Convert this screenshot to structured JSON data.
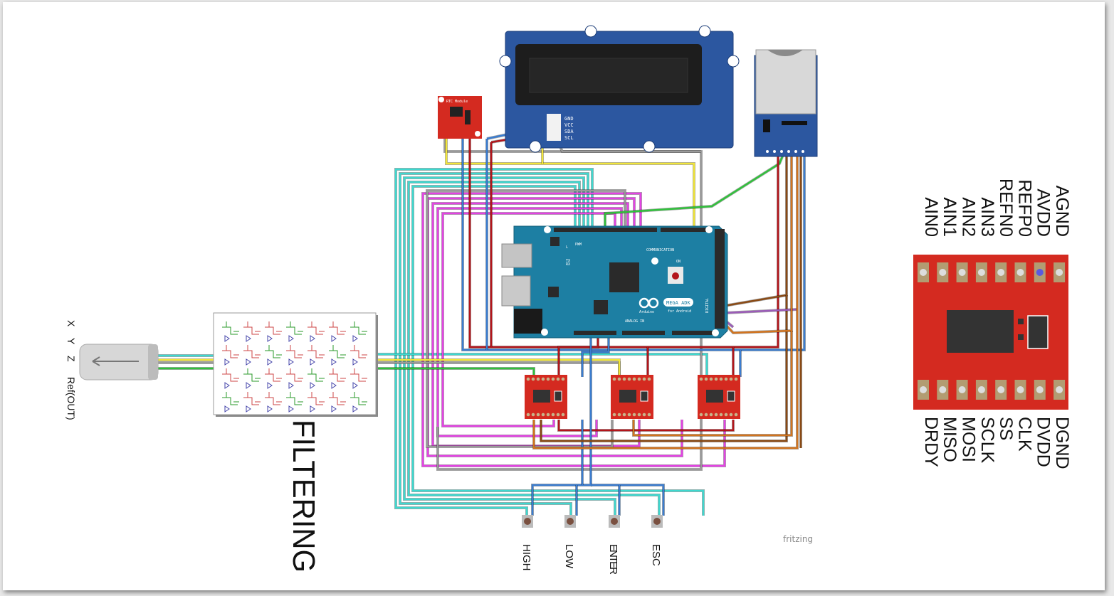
{
  "sensor": {
    "labels": [
      "X",
      "Y",
      "Z",
      "Ref(OUT)"
    ]
  },
  "filter_board": {
    "title": "FILTERING"
  },
  "rtc_module": {
    "label": "RTC Module"
  },
  "lcd": {
    "pins": [
      "GND",
      "VCC",
      "SDA",
      "SCL"
    ]
  },
  "arduino": {
    "model": "MEGA ADK",
    "subtitle": "for Android",
    "brand": "Arduino",
    "sections": [
      "PWM",
      "COMMUNICATION",
      "ANALOG IN",
      "DIGITAL"
    ],
    "leds": [
      "L",
      "TX",
      "RX",
      "ON"
    ]
  },
  "ads_module": {
    "top_pins": [
      "AGND",
      "AVDD",
      "REFP0",
      "REFN0",
      "AIN3",
      "AIN2",
      "AIN1",
      "AIN0"
    ],
    "bottom_pins": [
      "DGND",
      "DVDD",
      "CLK",
      "SS",
      "SCLK",
      "MOSI",
      "MISO",
      "DRDY"
    ]
  },
  "buttons": [
    {
      "label": "HIGH"
    },
    {
      "label": "LOW"
    },
    {
      "label": "ENTER"
    },
    {
      "label": "ESC"
    }
  ],
  "watermark": "fritzing",
  "colors": {
    "cyan": "#3fd8cf",
    "magenta": "#e443e4",
    "gray": "#9a9a9a",
    "red": "#b3151b",
    "blue": "#3b7dd0",
    "orange": "#d2741f",
    "brown": "#8a4a14",
    "purple": "#9b5bb8",
    "yellow": "#f2e63a",
    "green": "#31c13c",
    "arduino": "#1d7fa3",
    "lcd": "#2c57a0",
    "module_red": "#d42a20"
  }
}
